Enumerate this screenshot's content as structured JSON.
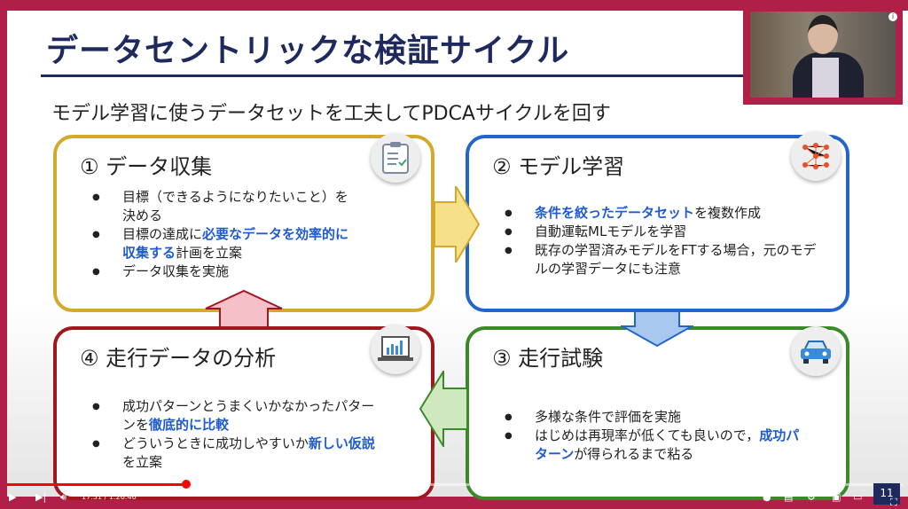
{
  "slide": {
    "title": "データセントリックな検証サイクル",
    "subtitle": "モデル学習に使うデータセットを工夫してPDCAサイクルを回す",
    "page": "11"
  },
  "boxes": {
    "b1": {
      "heading": "① データ収集",
      "items": [
        [
          "目標（できるようになりたいこと）を決める"
        ],
        [
          "目標の達成に",
          "必要なデータを効率的に収集する",
          "計画を立案"
        ],
        [
          "データ収集を実施"
        ]
      ]
    },
    "b2": {
      "heading": "② モデル学習",
      "items": [
        [
          "条件を絞ったデータセット",
          "を複数作成"
        ],
        [
          "自動運転MLモデルを学習"
        ],
        [
          "既存の学習済みモデルをFTする場合，元のモデルの学習データにも注意"
        ]
      ]
    },
    "b3": {
      "heading": "③ 走行試験",
      "items": [
        [
          "多様な条件で評価を実施"
        ],
        [
          "はじめは再現率が低くても良いので，",
          "成功パターン",
          "が得られるまで粘る"
        ]
      ]
    },
    "b4": {
      "heading": "④ 走行データの分析",
      "items": [
        [
          "成功パターンとうまくいかなかったパターンを",
          "徹底的に比較"
        ],
        [
          "どういうときに成功しやすいか",
          "新しい仮説",
          "を立案"
        ]
      ]
    }
  },
  "player": {
    "time": "17:31 / 1:26:46",
    "progress": 0.2
  },
  "colors": {
    "frame": "#b01f48",
    "plan": "#d4a92a",
    "train": "#2266cc",
    "test": "#3a8a2a",
    "analyze": "#a0181e"
  }
}
